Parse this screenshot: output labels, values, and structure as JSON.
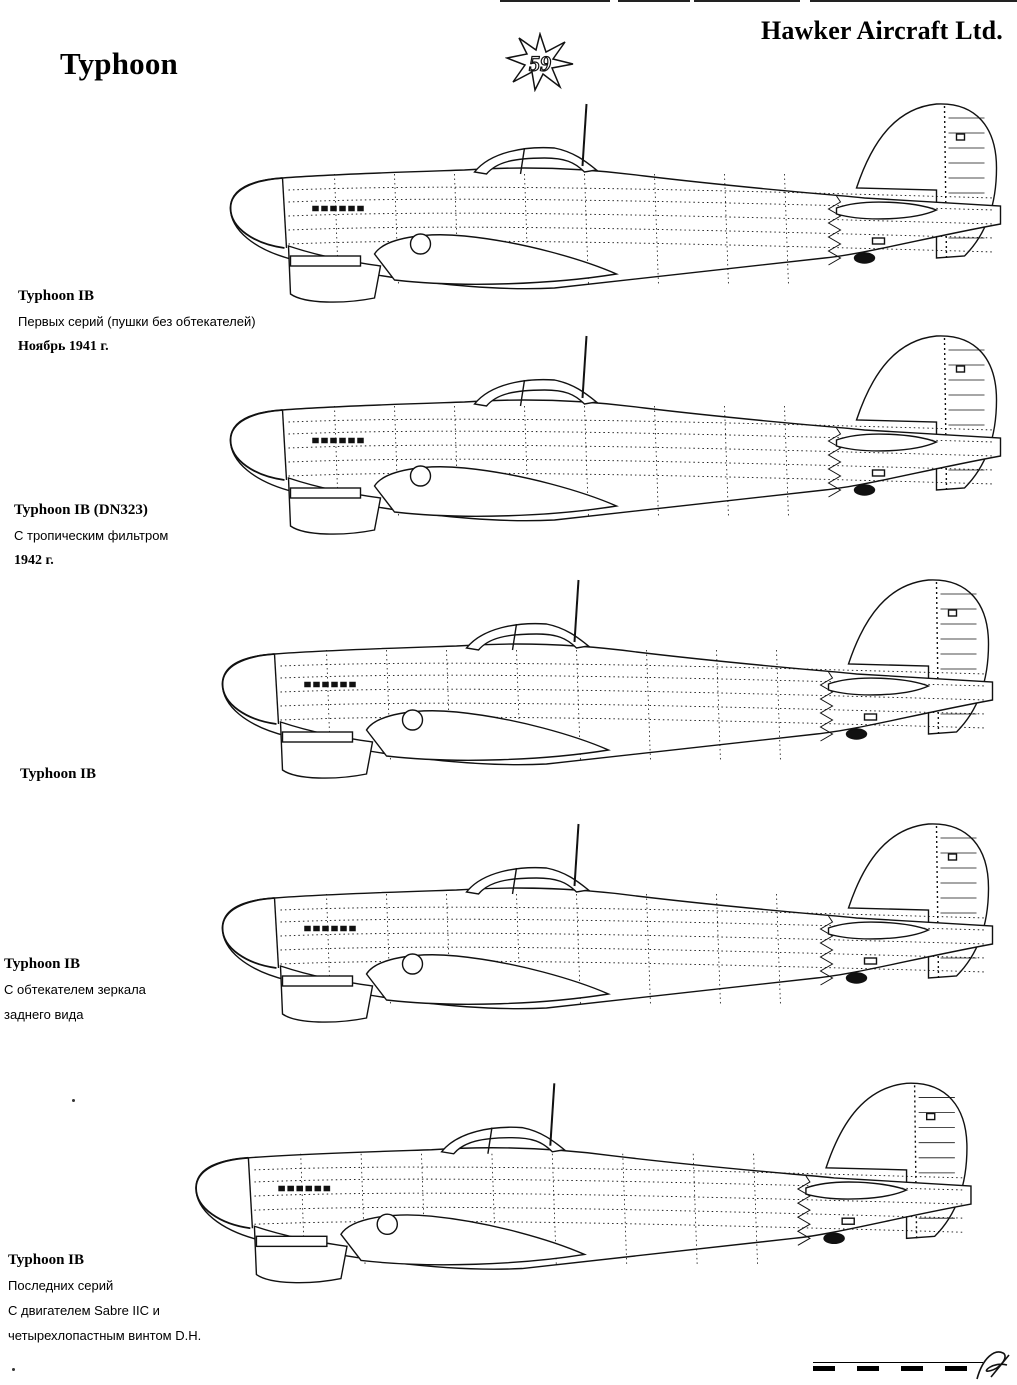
{
  "header": {
    "title": "Typhoon",
    "manufacturer": "Hawker Aircraft Ltd.",
    "badge_number": "59"
  },
  "variants": [
    {
      "title": "Typhoon IB",
      "notes": [
        "Первых серий (пушки без обтекателей)"
      ],
      "date": "Ноябрь 1941 г."
    },
    {
      "title": "Typhoon IB (DN323)",
      "notes": [
        "С тропическим фильтром"
      ],
      "date": "1942 г."
    },
    {
      "title": "Typhoon IB",
      "notes": [],
      "date": ""
    },
    {
      "title": "Typhoon IB",
      "notes": [
        "С обтекателем зеркала",
        "заднего вида"
      ],
      "date": ""
    },
    {
      "title": "Typhoon IB",
      "notes": [
        "Последних серий",
        "С двигателем Sabre IIC и",
        "четырехлопастным винтом D.H."
      ],
      "date": ""
    }
  ],
  "colors": {
    "ink": "#111111",
    "paper": "#ffffff",
    "fill": "#d8d8d8"
  }
}
